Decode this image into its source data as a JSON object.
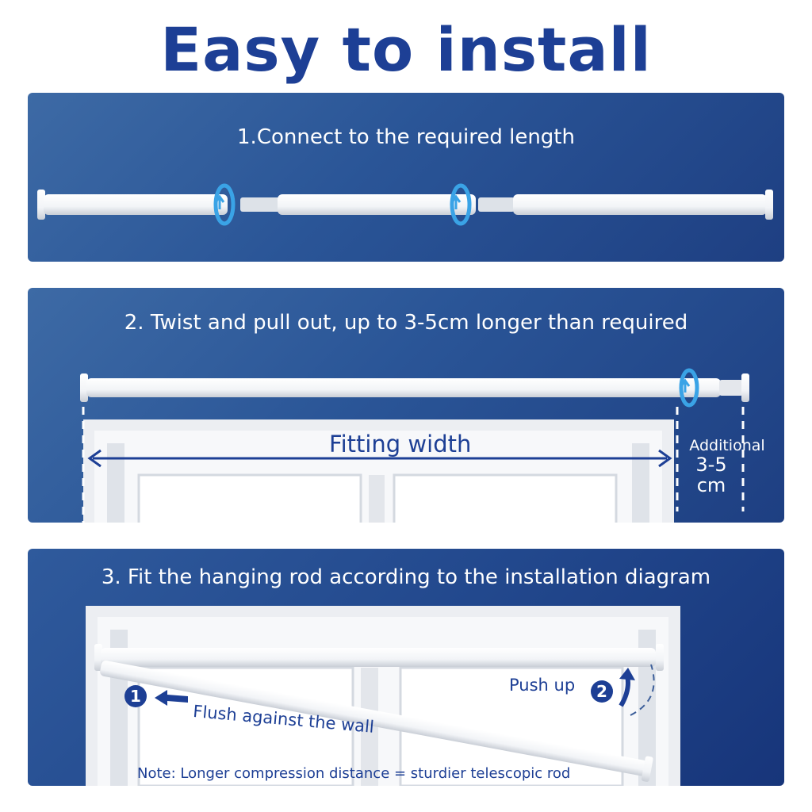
{
  "title": "Easy to install",
  "colors": {
    "brand_blue": "#1d3f95",
    "panel_blue": "#2a5597",
    "accent_cyan": "#3aa3e6",
    "rod_white": "#ffffff"
  },
  "step1": {
    "heading": "1.Connect to the required length"
  },
  "step2": {
    "heading": "2. Twist and pull out, up to 3-5cm longer than required",
    "fitting_label": "Fitting width",
    "additional_label": "Additional",
    "additional_value": "3-5",
    "additional_unit": "cm"
  },
  "step3": {
    "heading": "3. Fit the hanging rod according to the installation diagram",
    "marker_1": "1",
    "marker_2": "2",
    "flush_label": "Flush against the wall",
    "push_label": "Push up",
    "note": "Note: Longer compression distance = sturdier telescopic rod"
  },
  "icons": [
    "twist-arrow-icon",
    "double-arrow-icon",
    "left-arrow-icon",
    "curved-up-arrow-icon"
  ]
}
